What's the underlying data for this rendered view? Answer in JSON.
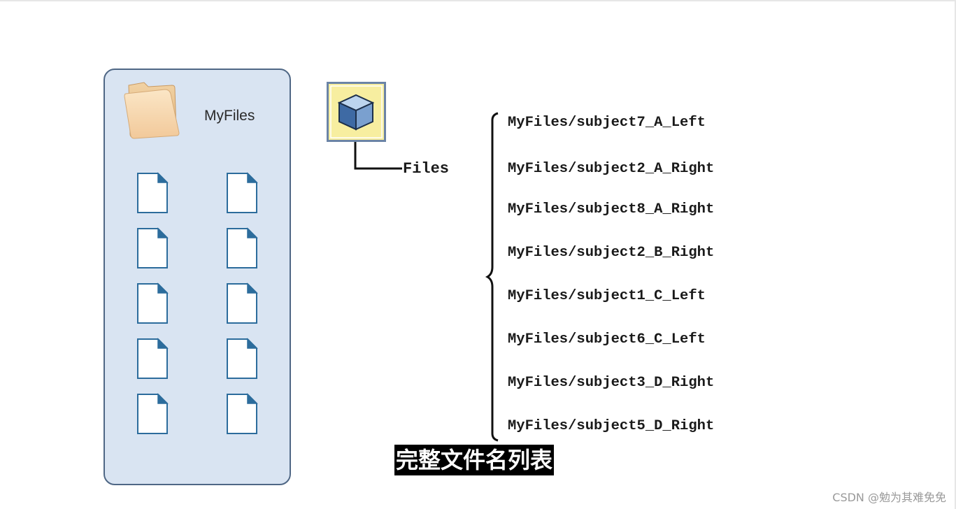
{
  "folder": {
    "label": "MyFiles",
    "icon": "folder-icon",
    "file_icon": "document-icon",
    "file_count": 10
  },
  "branch": {
    "icon": "cube-icon",
    "label": "Files"
  },
  "file_list": [
    "MyFiles/subject7_A_Left",
    "MyFiles/subject2_A_Right",
    "MyFiles/subject8_A_Right",
    "MyFiles/subject2_B_Right",
    "MyFiles/subject1_C_Left",
    "MyFiles/subject6_C_Left",
    "MyFiles/subject3_D_Right",
    "MyFiles/subject5_D_Right"
  ],
  "subtitle": "完整文件名列表",
  "watermark": "CSDN @勉为其难免免",
  "colors": {
    "panel_fill": "#d9e4f2",
    "panel_border": "#4f6785",
    "cube_box_fill": "#f7eea0",
    "cube_box_border": "#6b84a6",
    "cube_blue": "#5b84b8"
  }
}
